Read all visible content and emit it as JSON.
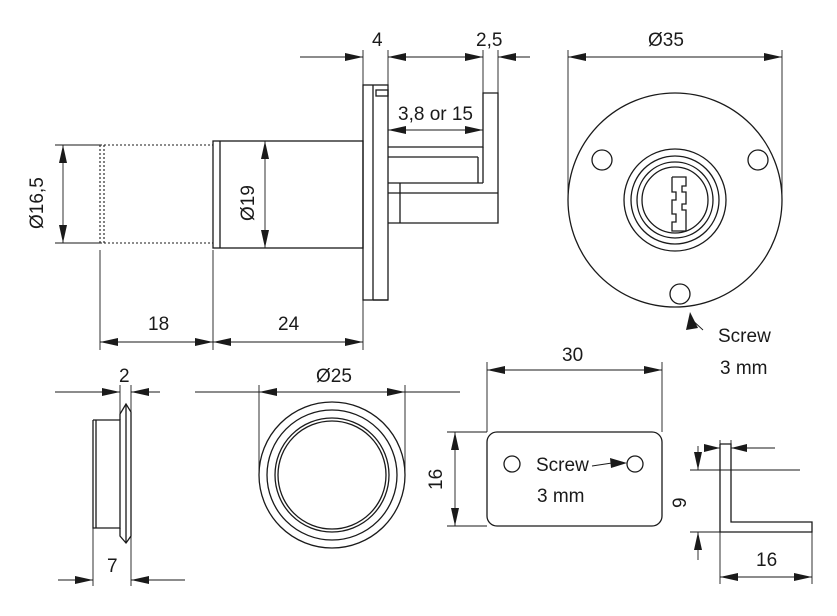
{
  "dimensions": {
    "front_flange_thickness": "4",
    "front_cam_thickness": "2,5",
    "cam_offset": "3,8 or 15",
    "flange_diameter": "Ø35",
    "plunger_diameter": "Ø16,5",
    "body_diameter": "Ø19",
    "plunger_length": "18",
    "body_length": "24",
    "rose_thickness": "2",
    "rose_depth": "7",
    "rose_diameter": "Ø25",
    "strike_width": "30",
    "strike_height": "16",
    "angle_height": "9",
    "angle_length": "16"
  },
  "labels": {
    "screw_front_line1": "Screw",
    "screw_front_line2": "3 mm",
    "screw_strike_line1": "Screw",
    "screw_strike_line2": "3 mm"
  },
  "colors": {
    "line": "#1a1a1a",
    "background": "#ffffff"
  }
}
